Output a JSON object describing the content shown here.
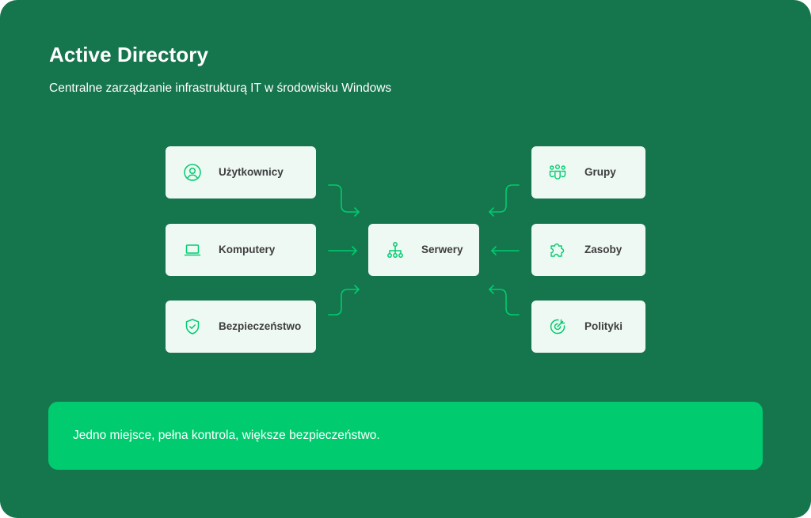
{
  "header": {
    "title": "Active Directory",
    "subtitle": "Centralne zarządzanie infrastrukturą IT w środowisku Windows"
  },
  "diagram": {
    "left_nodes": [
      {
        "label": "Użytkownicy",
        "icon": "user-circle-icon"
      },
      {
        "label": "Komputery",
        "icon": "laptop-icon"
      },
      {
        "label": "Bezpieczeństwo",
        "icon": "shield-check-icon"
      }
    ],
    "center_node": {
      "label": "Serwery",
      "icon": "hierarchy-icon"
    },
    "right_nodes": [
      {
        "label": "Grupy",
        "icon": "group-icon"
      },
      {
        "label": "Zasoby",
        "icon": "puzzle-icon"
      },
      {
        "label": "Polityki",
        "icon": "target-icon"
      }
    ]
  },
  "banner": {
    "text": "Jedno miejsce, pełna kontrola, większe bezpieczeństwo."
  },
  "colors": {
    "background": "#15754d",
    "node_bg": "#eef9f4",
    "accent": "#00cc6f",
    "text_dark": "#3e3e3e",
    "white": "#ffffff"
  }
}
